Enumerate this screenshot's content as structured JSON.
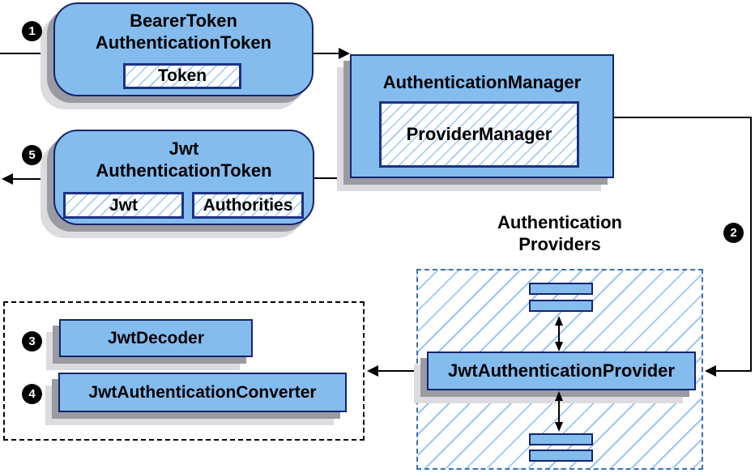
{
  "diagram": {
    "steps": {
      "s1": "1",
      "s2": "2",
      "s3": "3",
      "s4": "4",
      "s5": "5"
    },
    "bearer_token_box": {
      "title_line1": "BearerToken",
      "title_line2": "AuthenticationToken",
      "field_token": "Token"
    },
    "authentication_manager_box": {
      "title": "AuthenticationManager",
      "provider_manager": "ProviderManager"
    },
    "jwt_token_box": {
      "title_line1": "Jwt",
      "title_line2": "AuthenticationToken",
      "field_jwt": "Jwt",
      "field_authorities": "Authorities"
    },
    "providers_group": {
      "label_line1": "Authentication",
      "label_line2": "Providers",
      "jwt_authentication_provider": "JwtAuthenticationProvider"
    },
    "converter_group": {
      "jwt_decoder": "JwtDecoder",
      "jwt_authentication_converter": "JwtAuthenticationConverter"
    },
    "colors": {
      "node_fill": "#85BCEE",
      "node_border": "#14246B",
      "hatch_line": "#9EC6F3",
      "blue_dash_border": "#3D6EB4",
      "black_dash_border": "#000000",
      "shadow_dark": "#9A9AA2",
      "shadow_light": "#DCDCE0",
      "arrow": "#000000",
      "step_circle_bg": "#000000",
      "step_circle_text": "#FFFFFF"
    }
  }
}
